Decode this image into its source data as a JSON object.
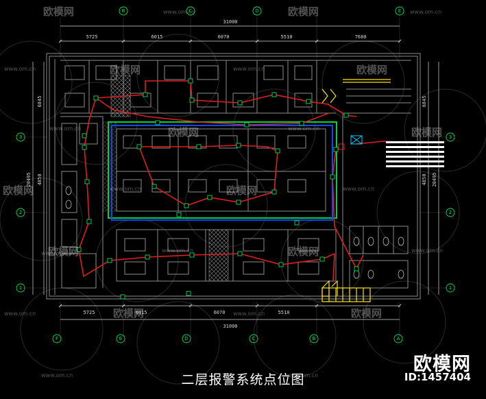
{
  "title": "二层报警系统点位图",
  "brand": {
    "name": "欧模网",
    "id": "ID:1457404"
  },
  "watermark": {
    "text": "欧模网",
    "url": "www.om.cn"
  },
  "dimensions": {
    "overall_top": "31000",
    "overall_bottom": "31000",
    "top_segments": [
      "5725",
      "6015",
      "6070",
      "5510",
      "7680"
    ],
    "bottom_segments": [
      "5725",
      "6015",
      "6070",
      "5510"
    ],
    "left_total": "20495",
    "left_parts": [
      "6845",
      "4850"
    ],
    "right_total": "20495",
    "right_parts": [
      "6845",
      "4850"
    ]
  },
  "grid_axes": {
    "top": [
      "B",
      "C",
      "D",
      "E"
    ],
    "bottom": [
      "F",
      "E",
      "D",
      "C",
      "B",
      "A"
    ],
    "left": [
      "3",
      "2",
      "1"
    ],
    "right": [
      "3",
      "2",
      "1"
    ]
  },
  "colors": {
    "background": "#000000",
    "wall": "#8c8c8c",
    "alarm_line": "#e01e1e",
    "zone_green": "#00d23c",
    "zone_blue": "#1446ff",
    "device": "#00e05a",
    "stair": "#ffe600",
    "cyan": "#00d2ff",
    "legend": "#ffffff"
  }
}
